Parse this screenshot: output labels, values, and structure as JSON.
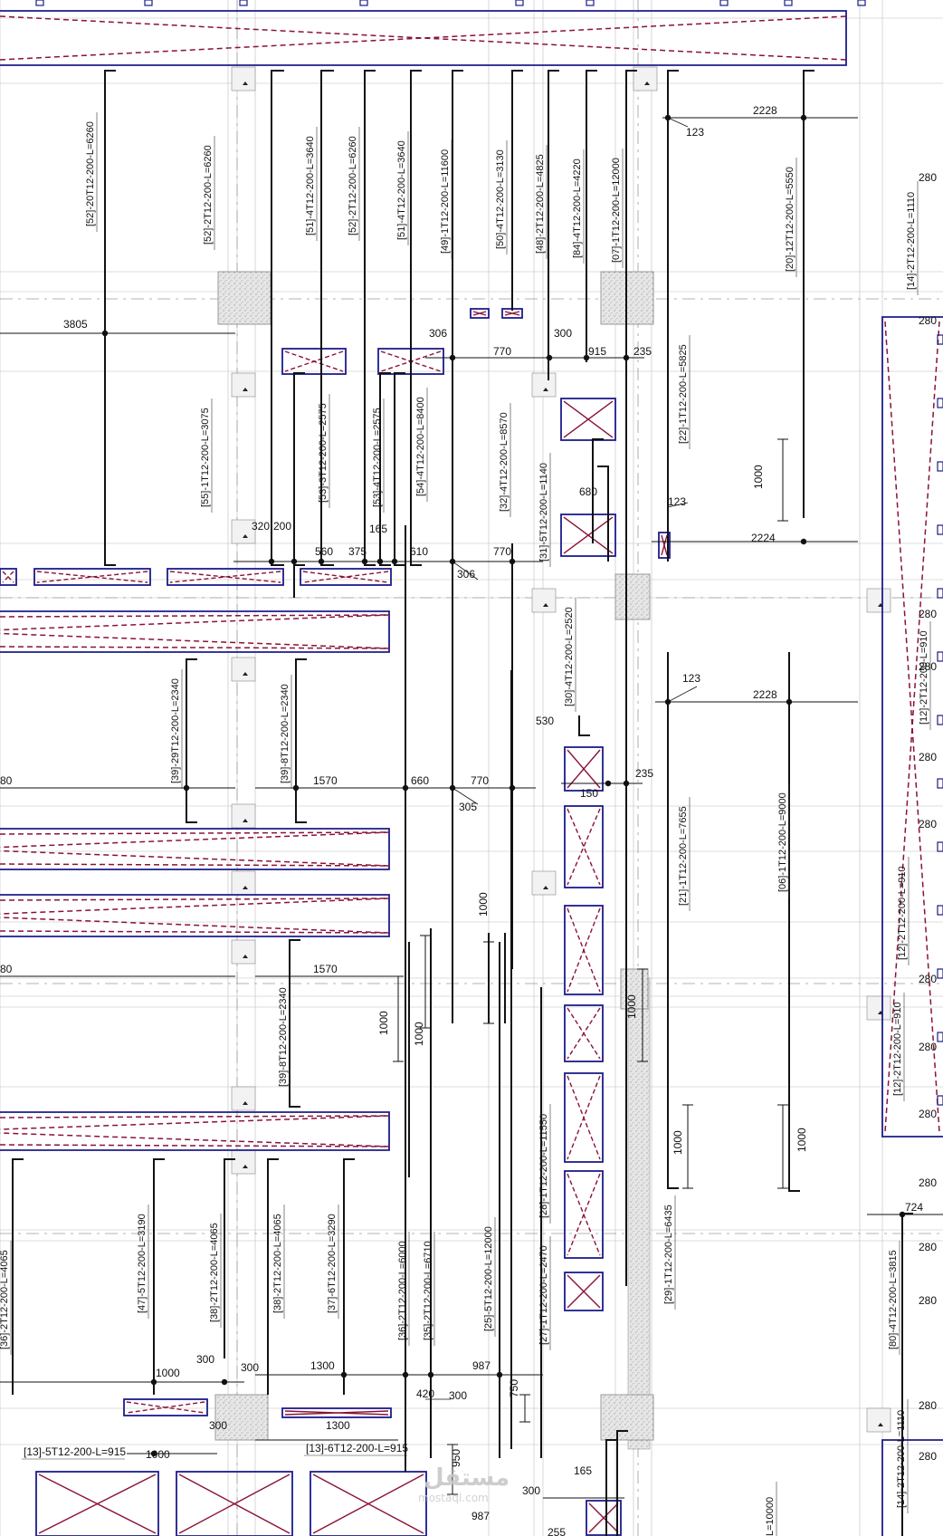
{
  "colors": {
    "bar": "#111111",
    "beam": "#1c1c8a",
    "beam_cross": "#8a1238",
    "grid": "#bdbdbd",
    "column_fill": "#e2e2e2",
    "wall_fill": "#e9e9e9"
  },
  "bar_labels_vertical": [
    "[52]-20T12-200-L=6260",
    "[52]-2T12-200-L=6260",
    "[51]-4T12-200-L=3640",
    "[52]-2T12-200-L=6260",
    "[51]-4T12-200-L=3640",
    "[49]-1T12-200-L=11600",
    "[50]-4T12-200-L=3130",
    "[48]-2T12-200-L=4825",
    "[84]-4T12-200-L=4220",
    "[07]-1T12-200-L=12000",
    "[20]-12T12-200-L=5550",
    "[14]-2T12-200-L=1110",
    "[55]-1T12-200-L=3075",
    "[53]-3T12-200-L=2575",
    "[53]-4T12-200-L=2575",
    "[54]-4T12-200-L=8400",
    "[32]-4T12-200-L=8570",
    "[31]-5T12-200-L=1140",
    "[22]-1T12-200-L=5825",
    "[30]-4T12-200-L=2520",
    "[39]-29T12-200-L=2340",
    "[39]-8T12-200-L=2340",
    "[21]-1T12-200-L=7655",
    "[06]-1T12-200-L=9000",
    "[12]-2T12-200-L=910",
    "[12]-2T12-200-L=910",
    "[12]-2T12-200-L=910",
    "[39]-8T12-200-L=2340",
    "[36]-2T12-200-L=4065",
    "[47]-5T12-200-L=3190",
    "[38]-2T12-200-L=4065",
    "[38]-2T12-200-L=4065",
    "[37]-6T12-200-L=3290",
    "[36]-2T12-200-L=6000",
    "[35]-2T12-200-L=6710",
    "[25]-5T12-200-L=12000",
    "[28]-1T12-200-L=11550",
    "[27]-1T12-200-L=2470",
    "[29]-1T12-200-L=6435",
    "[80]-4T12-200-L=3815",
    "[14]-2T12-200-L=1110",
    "L=10000"
  ],
  "bar_labels_horizontal": [
    "[13]-5T12-200-L=915",
    "[13]-6T12-200-L=915"
  ],
  "dimensions": [
    "2228",
    "123",
    "3805",
    "306",
    "770",
    "300",
    "915",
    "235",
    "680",
    "123",
    "2224",
    "320",
    "200",
    "560",
    "375",
    "165",
    "610",
    "770",
    "306",
    "1000",
    "123",
    "2228",
    "530",
    "150",
    "235",
    "80",
    "1570",
    "660",
    "770",
    "305",
    "1000",
    "80",
    "1570",
    "1000",
    "1000",
    "1000",
    "1000",
    "1000",
    "724",
    "300",
    "1000",
    "300",
    "1300",
    "420",
    "300",
    "987",
    "750",
    "300",
    "1300",
    "1000",
    "950",
    "165",
    "300",
    "987",
    "255",
    "280",
    "280",
    "280",
    "280",
    "280",
    "280",
    "280",
    "280",
    "280",
    "280",
    "280",
    "280",
    "280",
    "280"
  ],
  "watermark": {
    "text": "مستقل",
    "subtext": "mostaql.com"
  }
}
